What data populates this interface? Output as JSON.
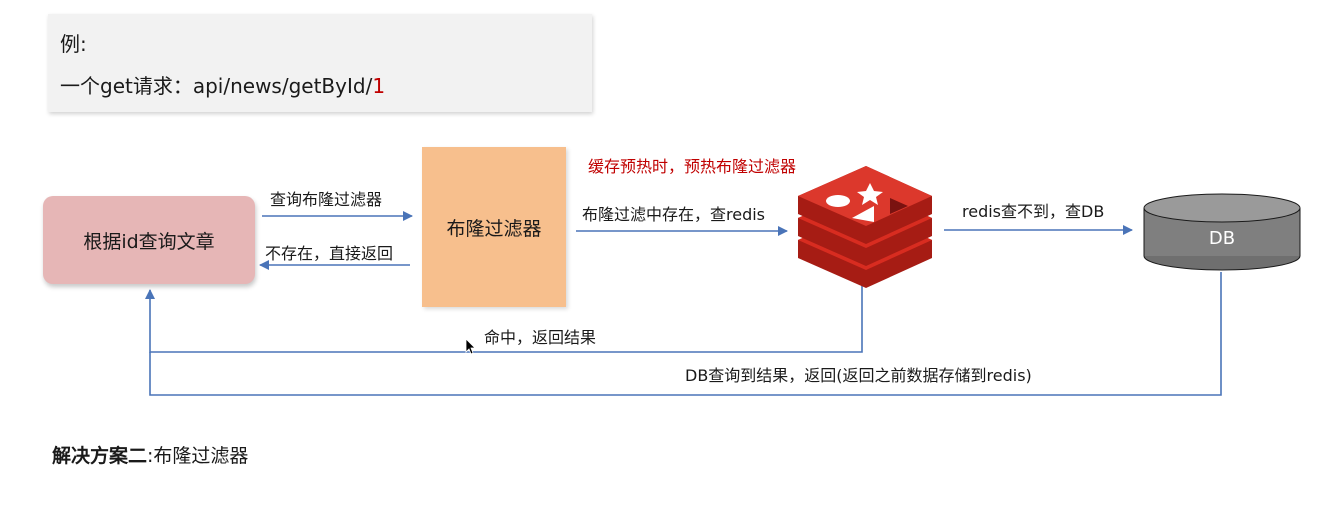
{
  "example": {
    "label": "例:",
    "request_prefix": "一个get请求：api/news/getById/",
    "request_id": "1"
  },
  "nodes": {
    "article_query": "根据id查询文章",
    "bloom_filter": "布隆过滤器",
    "db": "DB"
  },
  "edges": {
    "query_bloom": "查询布隆过滤器",
    "not_exist_return": "不存在，直接返回",
    "exists_query_redis": "布隆过滤中存在，查redis",
    "cache_prewarm": "缓存预热时，预热布隆过滤器",
    "redis_miss_query_db": "redis查不到，查DB",
    "hit_return": "命中，返回结果",
    "db_found_return": "DB查询到结果，返回(返回之前数据存储到redis)"
  },
  "solution": {
    "title": "解决方案二",
    "separator": ":",
    "detail": "布隆过滤器"
  },
  "colors": {
    "arrow": "#4a74b8",
    "accent_red": "#c00000",
    "article_fill": "#e6b6b6",
    "bloom_fill": "#f7bf8d",
    "redis_red": "#d82c20",
    "db_fill": "#7f7f7f"
  },
  "icons": [
    "redis-logo-icon",
    "mouse-cursor-icon"
  ]
}
